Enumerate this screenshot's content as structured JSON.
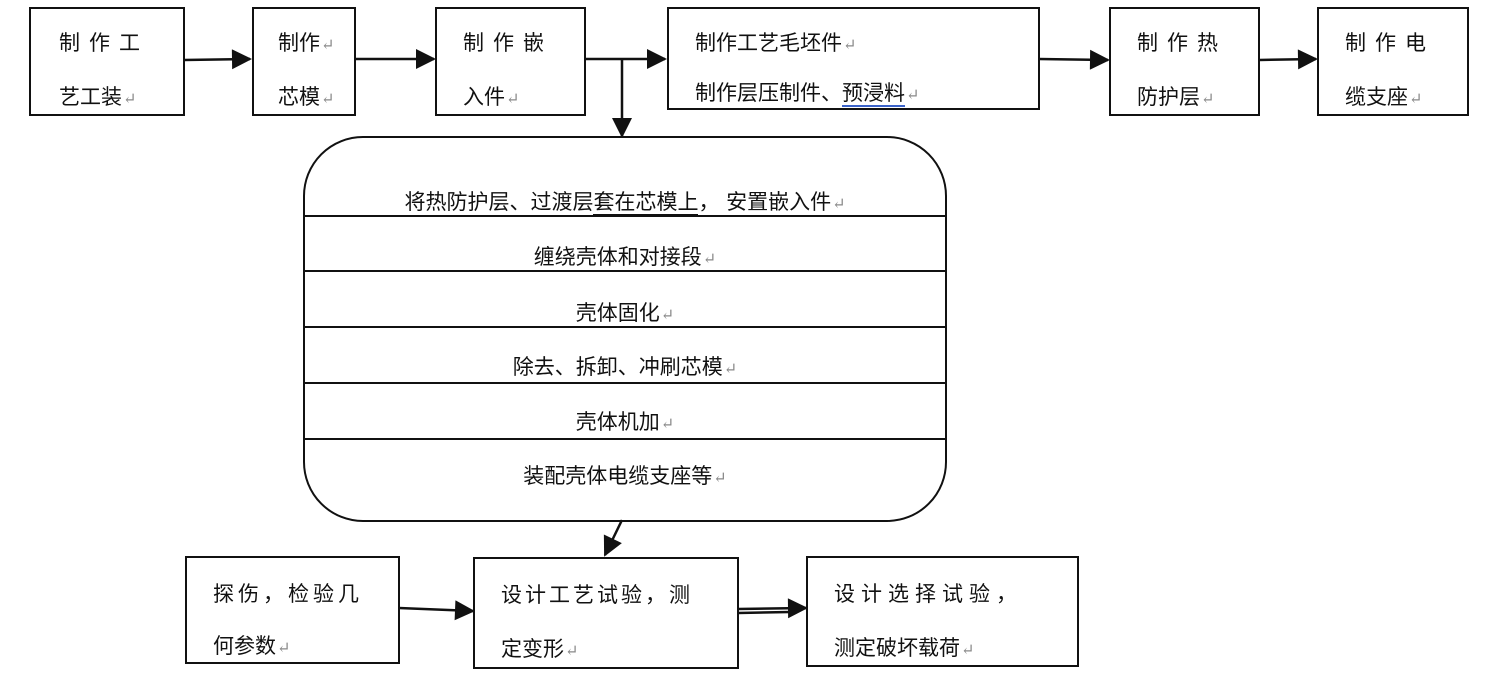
{
  "top_row": {
    "tooling": {
      "line1": "制作工",
      "line2": "艺工装"
    },
    "core_mold": {
      "line1": "制作",
      "line2": "芯模"
    },
    "inserts": {
      "line1": "制作嵌",
      "line2": "入件"
    },
    "blanks": {
      "line1": "制作工艺毛坯件",
      "line2_prefix": "制作层压制件、",
      "line2_underlined": "预浸料"
    },
    "thermal_layer": {
      "line1": "制作热",
      "line2": "防护层"
    },
    "cable_mount": {
      "line1": "制作电",
      "line2": "缆支座"
    }
  },
  "process_block": {
    "step1_prefix": "将热防护层、过渡层",
    "step1_underlined": "套在芯模上",
    "step1_suffix": "， 安置嵌入件",
    "step2": "缠绕壳体和对接段",
    "step3": "壳体固化",
    "step4": "除去、拆卸、冲刷芯模",
    "step5": "壳体机加",
    "step6": "装配壳体电缆支座等"
  },
  "bottom_row": {
    "inspection": {
      "line1": "探伤，检验几",
      "line2": "何参数"
    },
    "process_test": {
      "line1": "设计工艺试验，测",
      "line2": "定变形"
    },
    "selection_test": {
      "line1": "设计选择试验，",
      "line2": "测定破坏载荷"
    }
  },
  "paragraph_mark": "↵"
}
